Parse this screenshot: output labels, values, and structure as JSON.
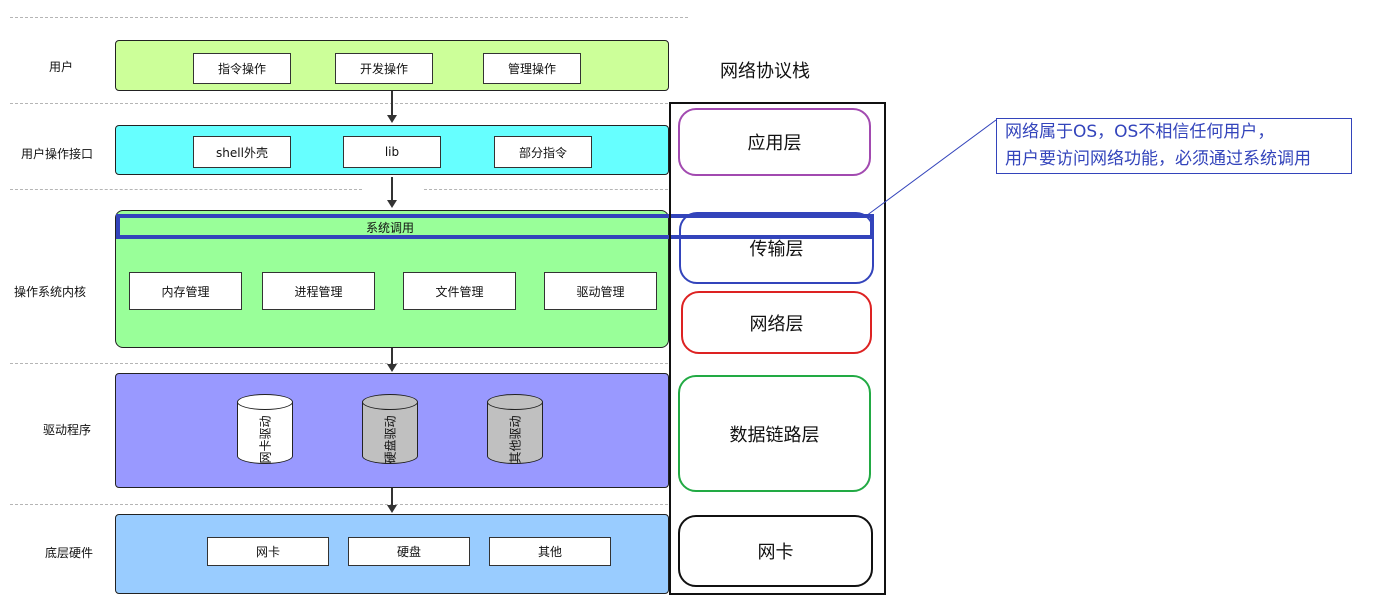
{
  "layers": {
    "user": {
      "label": "用户",
      "items": [
        "指令操作",
        "开发操作",
        "管理操作"
      ]
    },
    "interface": {
      "label": "用户操作接口",
      "items": [
        "shell外壳",
        "lib",
        "部分指令"
      ]
    },
    "kernel": {
      "label": "操作系统内核",
      "syscall": "系统调用",
      "items": [
        "内存管理",
        "进程管理",
        "文件管理",
        "驱动管理"
      ]
    },
    "driver": {
      "label": "驱动程序",
      "items": [
        "网卡驱动",
        "硬盘驱动",
        "其他驱动"
      ]
    },
    "hardware": {
      "label": "底层硬件",
      "items": [
        "网卡",
        "硬盘",
        "其他"
      ]
    }
  },
  "protocol_stack": {
    "title": "网络协议栈",
    "layers": [
      "应用层",
      "传输层",
      "网络层",
      "数据链路层",
      "网卡"
    ]
  },
  "annotation": {
    "line1": "网络属于OS，OS不相信任何用户，",
    "line2": "用户要访问网络功能，必须通过系统调用"
  },
  "colors": {
    "user_band": "#ccff99",
    "interface_band": "#66ffff",
    "kernel_band": "#99ff99",
    "driver_band": "#9999ff",
    "hardware_band": "#99ccff",
    "highlight": "#3344bb",
    "app_layer": "#a24ab0",
    "transport_layer": "#3344bb",
    "network_layer": "#dd2222",
    "link_layer": "#22aa44",
    "nic_layer": "#111111"
  }
}
